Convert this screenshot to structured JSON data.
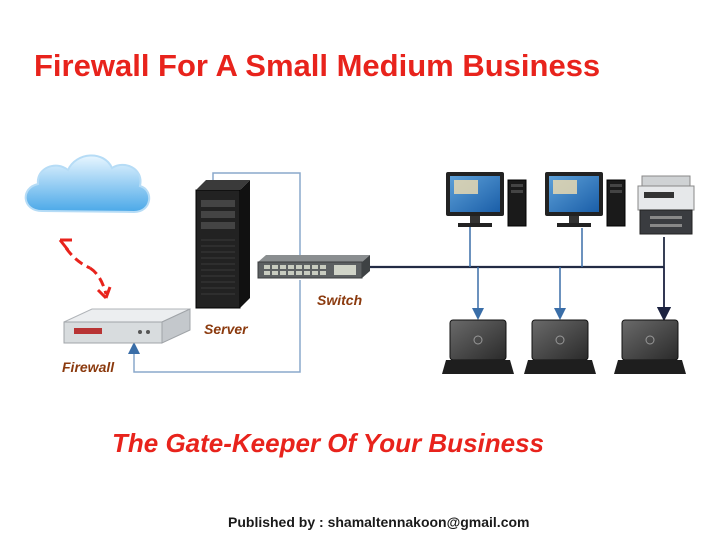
{
  "slide": {
    "title": "Firewall For A Small Medium Business",
    "tagline": "The Gate-Keeper Of Your Business",
    "footer": "Published by : shamaltennakoon@gmail.com"
  },
  "labels": {
    "firewall": "Firewall",
    "server": "Server",
    "switch": "Switch"
  },
  "colors": {
    "title": "#e8231c",
    "device_label": "#8b3a0e",
    "dashed_arrow": "#e8231c",
    "link_line": "#7aa0c8",
    "bus_line": "#222b44"
  },
  "icons": [
    "cloud-icon",
    "firewall-icon",
    "server-icon",
    "switch-icon",
    "desktop-icon",
    "printer-icon",
    "laptop-icon"
  ]
}
